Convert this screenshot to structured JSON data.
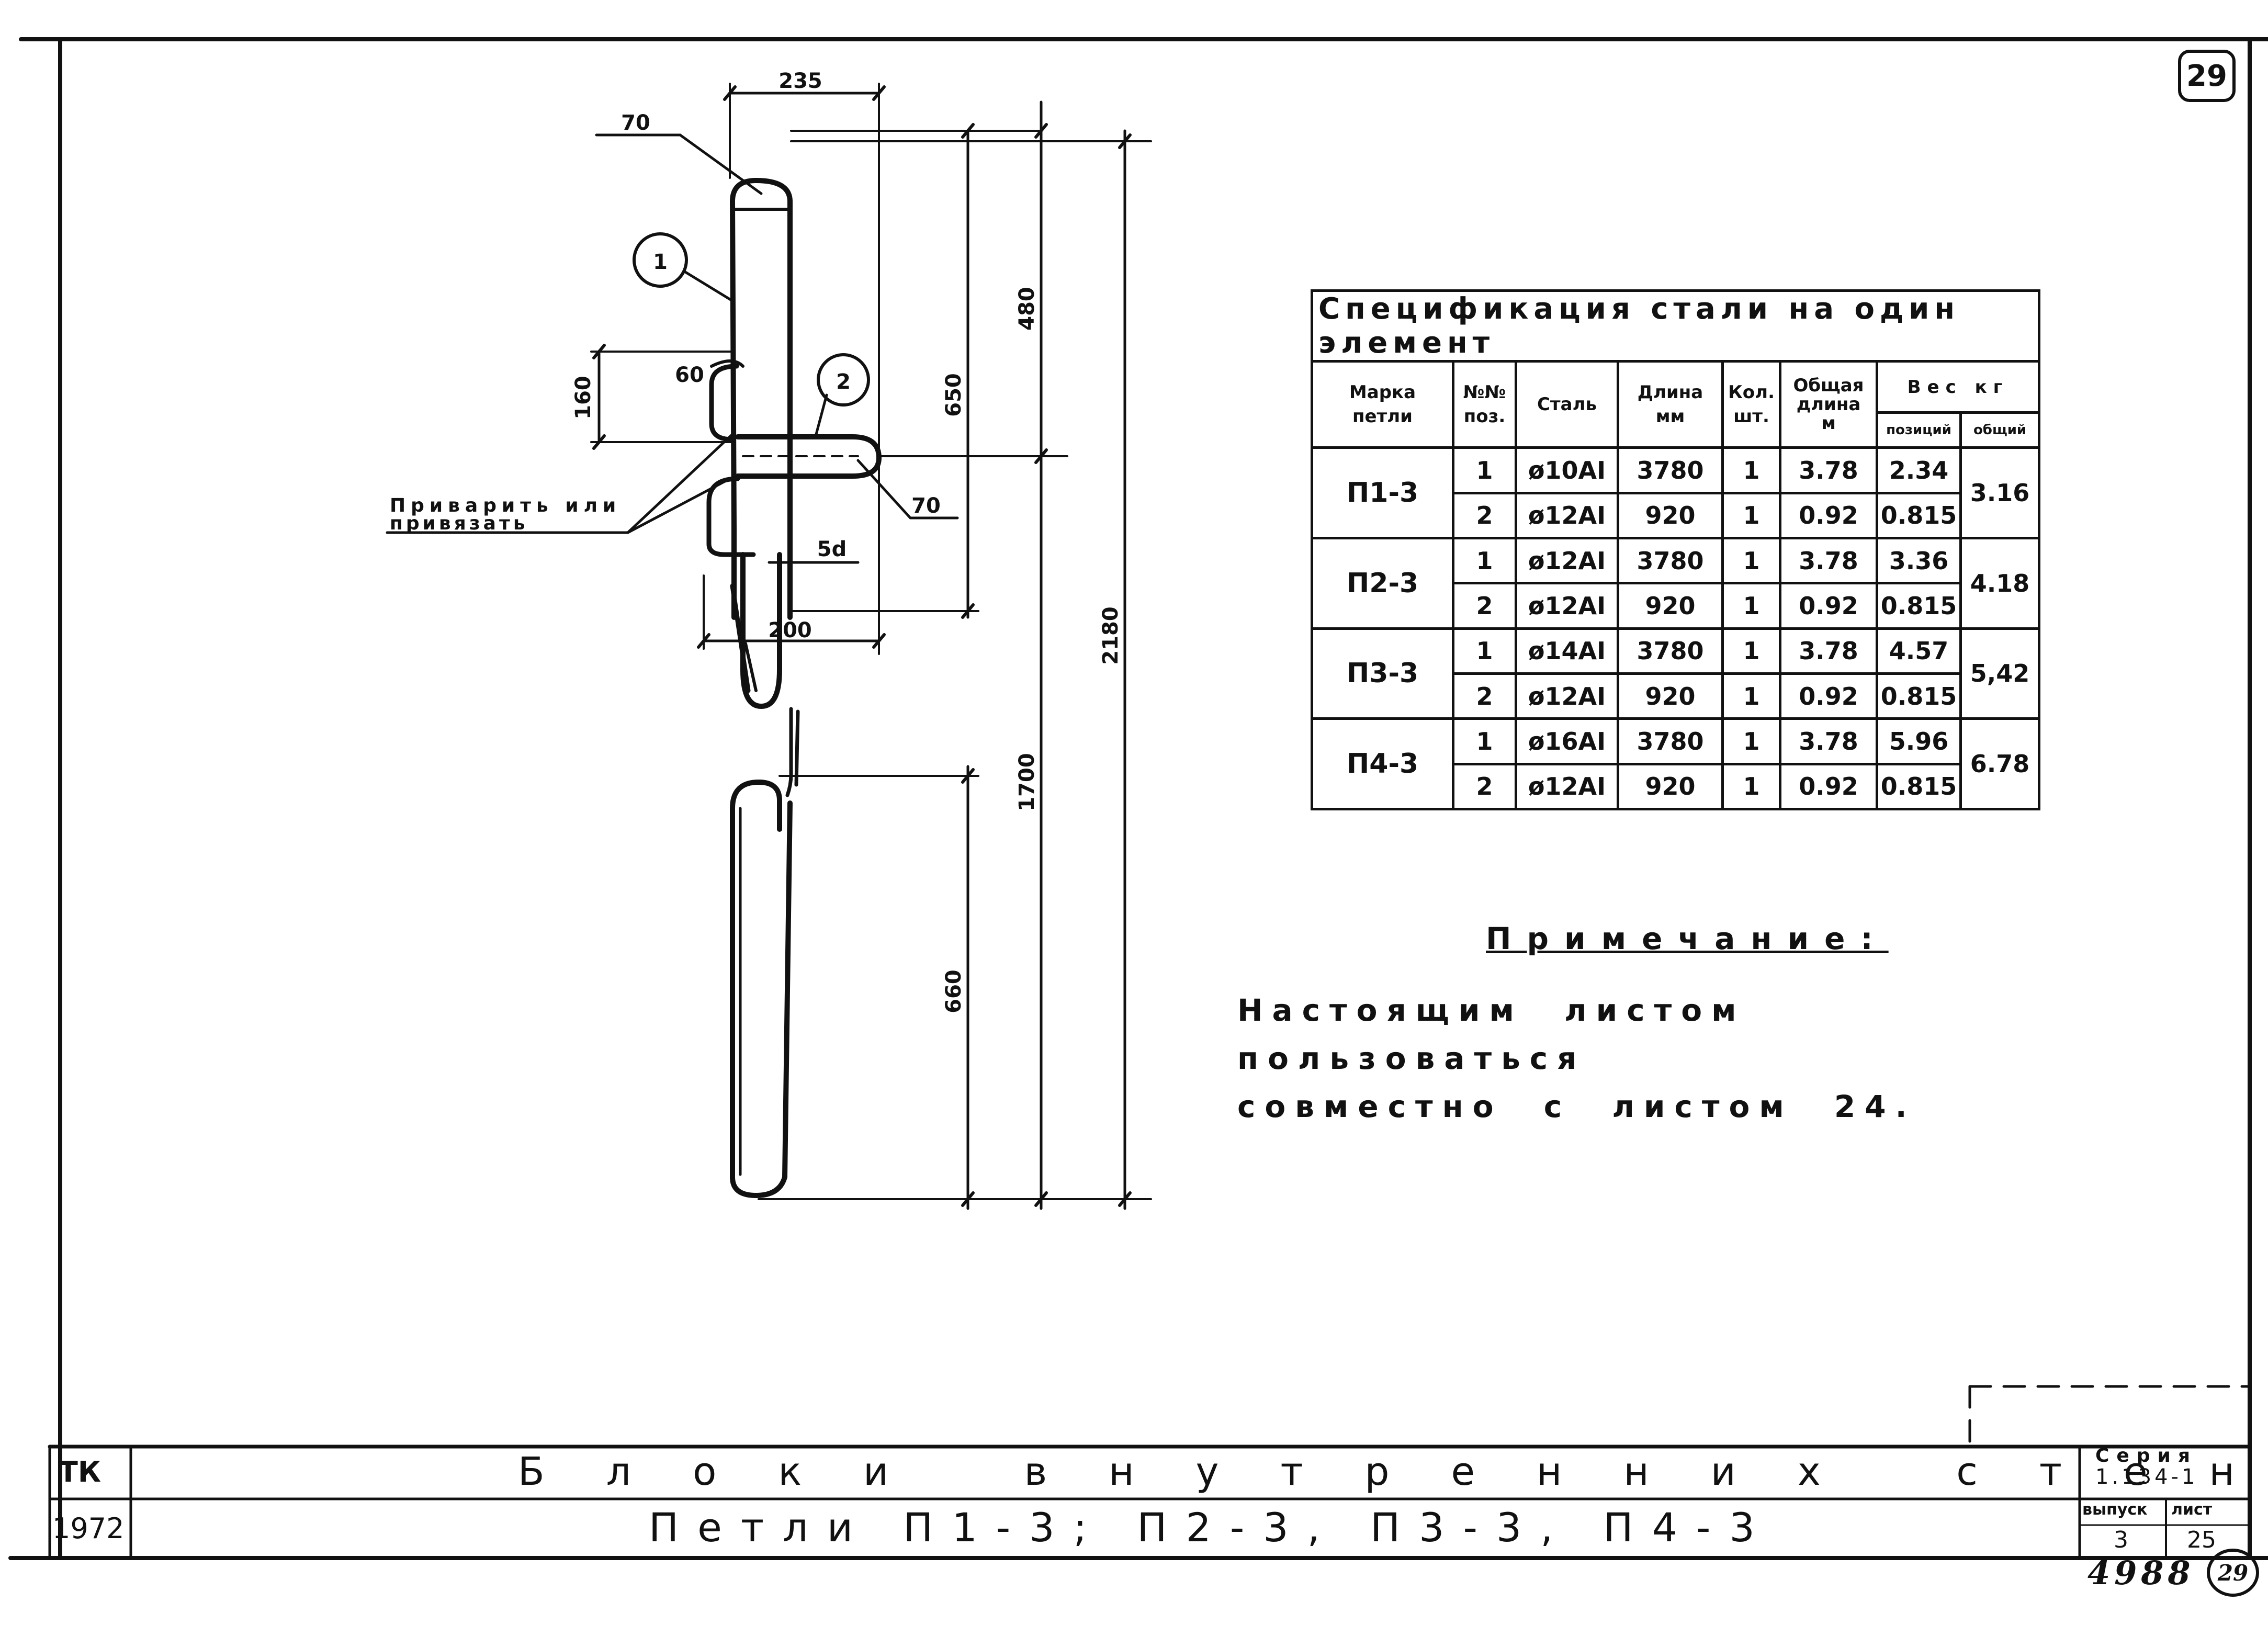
{
  "sheet_number": "29",
  "drawing": {
    "position_labels": [
      "1",
      "2"
    ],
    "dimensions": {
      "d235": "235",
      "d70_top": "70",
      "d480": "480",
      "d650": "650",
      "d2180": "2180",
      "d160": "160",
      "d60": "60",
      "d70_right": "70",
      "d5d": "5d",
      "d200": "200",
      "d1700": "1700",
      "d660": "660"
    },
    "weld_note_line1": "Приварить или",
    "weld_note_line2": "привязать"
  },
  "spec_table": {
    "title": "Спецификация стали на один элемент",
    "headers": {
      "mark": [
        "Марка",
        "петли"
      ],
      "pos": [
        "№№",
        "поз."
      ],
      "steel": "Сталь",
      "length": [
        "Длина",
        "мм"
      ],
      "qty": [
        "Кол.",
        "шт."
      ],
      "total_length": [
        "Общая",
        "длина",
        "м"
      ],
      "weight": "Вес кг",
      "weight_pos": "позиций",
      "weight_total": "общий"
    },
    "groups": [
      {
        "mark": "П1-3",
        "total": "3.16",
        "rows": [
          {
            "pos": "1",
            "steel": "ø10AI",
            "length": "3780",
            "qty": "1",
            "total_length": "3.78",
            "weight": "2.34"
          },
          {
            "pos": "2",
            "steel": "ø12AI",
            "length": "920",
            "qty": "1",
            "total_length": "0.92",
            "weight": "0.815"
          }
        ]
      },
      {
        "mark": "П2-3",
        "total": "4.18",
        "rows": [
          {
            "pos": "1",
            "steel": "ø12AI",
            "length": "3780",
            "qty": "1",
            "total_length": "3.78",
            "weight": "3.36"
          },
          {
            "pos": "2",
            "steel": "ø12AI",
            "length": "920",
            "qty": "1",
            "total_length": "0.92",
            "weight": "0.815"
          }
        ]
      },
      {
        "mark": "П3-3",
        "total": "5,42",
        "rows": [
          {
            "pos": "1",
            "steel": "ø14AI",
            "length": "3780",
            "qty": "1",
            "total_length": "3.78",
            "weight": "4.57"
          },
          {
            "pos": "2",
            "steel": "ø12AI",
            "length": "920",
            "qty": "1",
            "total_length": "0.92",
            "weight": "0.815"
          }
        ]
      },
      {
        "mark": "П4-3",
        "total": "6.78",
        "rows": [
          {
            "pos": "1",
            "steel": "ø16AI",
            "length": "3780",
            "qty": "1",
            "total_length": "3.78",
            "weight": "5.96"
          },
          {
            "pos": "2",
            "steel": "ø12AI",
            "length": "920",
            "qty": "1",
            "total_length": "0.92",
            "weight": "0.815"
          }
        ]
      }
    ]
  },
  "note": {
    "heading": "Примечание:",
    "line1": "Настоящим листом пользоваться",
    "line2": "совместно с листом 24."
  },
  "title_block": {
    "org": "ТК",
    "year": "1972",
    "title": "Блоки внутренних стен",
    "subtitle": "Петли П1-3; П2-3, П3-3, П4-3",
    "series_label": "Серия",
    "series_value": "1.134-1",
    "issue_label": "выпуск",
    "issue_value": "3",
    "sheet_label": "лист",
    "sheet_value": "25"
  },
  "archive_number": "4988",
  "stamp_number": "29"
}
